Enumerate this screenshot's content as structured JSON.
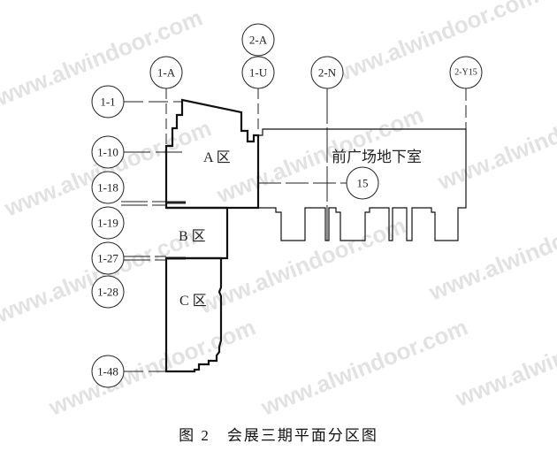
{
  "grid_axes_top": [
    "1-A",
    "1-U",
    "2-A",
    "2-N",
    "2-Y15"
  ],
  "grid_axes_left": [
    "1-1",
    "1-10",
    "1-18",
    "1-19",
    "1-27",
    "1-28",
    "1-48"
  ],
  "grid_axis_15": "15",
  "zones": {
    "a": "A 区",
    "b": "B 区",
    "c": "C 区",
    "basement": "前广场地下室"
  },
  "caption": "图 2　会展三期平面分区图",
  "watermark": "www.alwindoor.com"
}
